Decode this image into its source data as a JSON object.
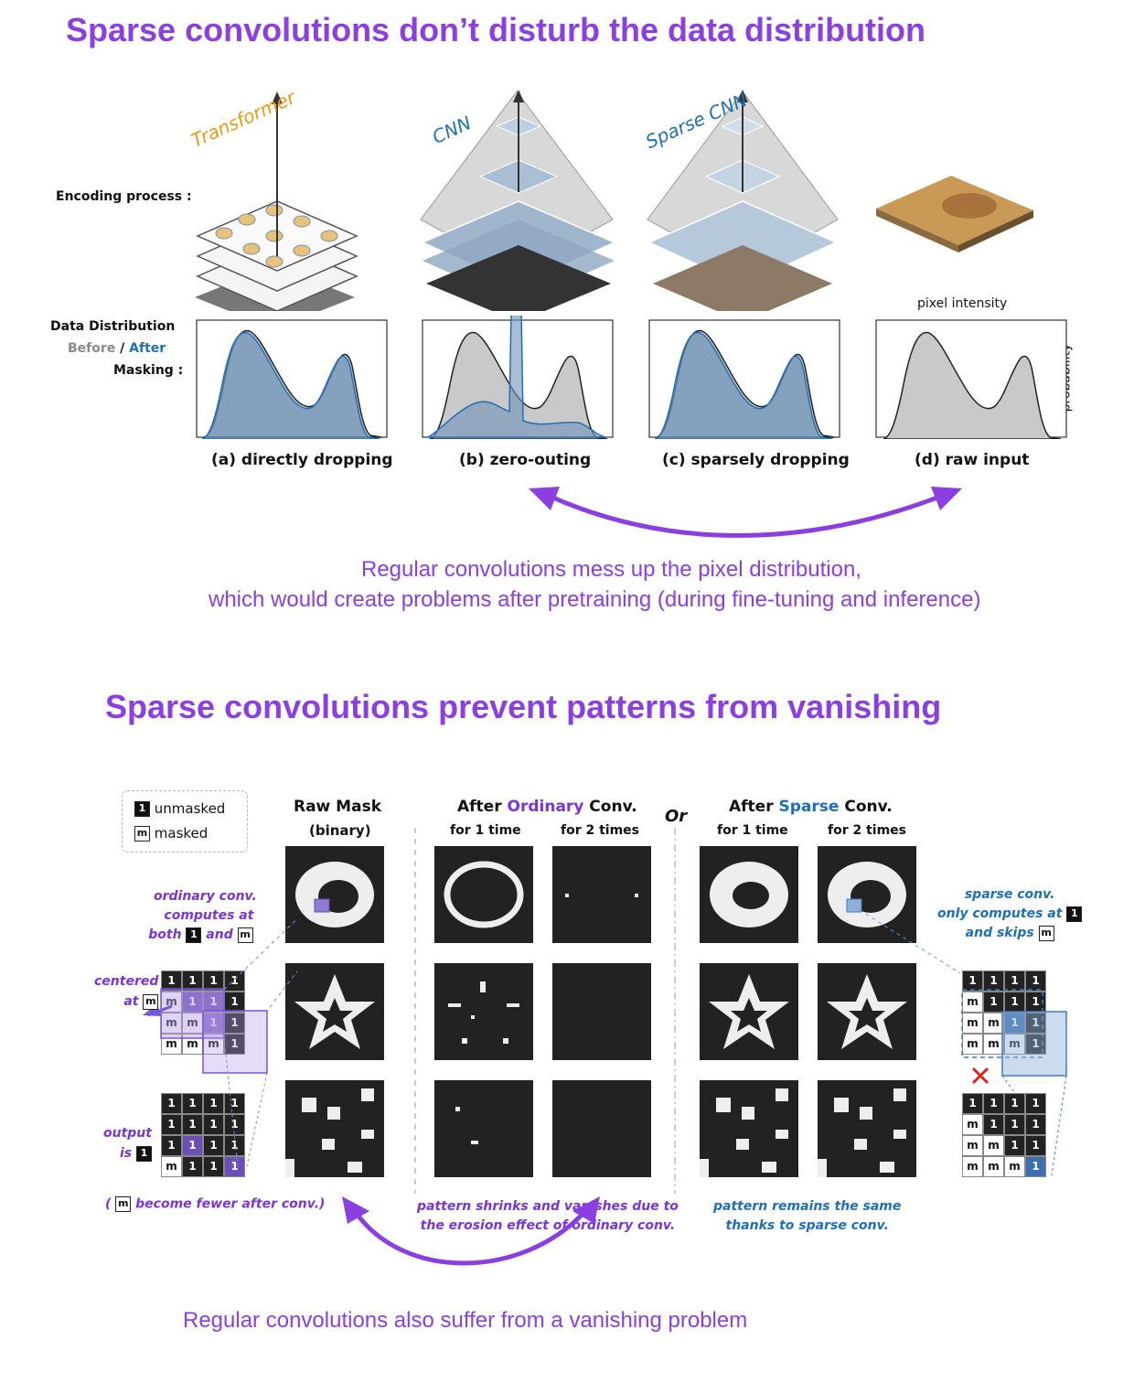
{
  "section1": {
    "title": "Sparse convolutions don’t disturb the data distribution",
    "model_labels": {
      "transformer": "Transformer",
      "cnn": "CNN",
      "sparse_cnn": "Sparse CNN"
    },
    "row_labels": {
      "encoding": "Encoding process :",
      "dist_line1": "Data Distribution",
      "dist_before": "Before",
      "dist_slash": " / ",
      "dist_after": "After",
      "dist_line3": "Masking :"
    },
    "axis": {
      "x": "pixel intensity",
      "y": "probability"
    },
    "captions": [
      "(a) directly dropping",
      "(b) zero-outing",
      "(c) sparsely dropping",
      "(d) raw input"
    ],
    "message_line1": "Regular convolutions mess up the pixel distribution,",
    "message_line2": "which would create problems after pretraining (during fine-tuning and inference)"
  },
  "section2": {
    "title": "Sparse convolutions prevent patterns from vanishing",
    "legend": {
      "unmasked_key": "1",
      "unmasked": "unmasked",
      "masked_key": "m",
      "masked": "masked"
    },
    "col_raw": {
      "title": "Raw Mask",
      "sub": "(binary)"
    },
    "col_ordinary": {
      "pre": "After ",
      "word": "Ordinary",
      "post": " Conv.",
      "sub1": "for 1 time",
      "sub2": "for 2 times"
    },
    "or_label": "Or",
    "col_sparse": {
      "pre": "After ",
      "word": "Sparse",
      "post": " Conv.",
      "sub1": "for 1 time",
      "sub2": "for 2 times"
    },
    "left_note": {
      "l1": "ordinary conv.",
      "l2": "computes at",
      "l3a": "both",
      "l3b": "and"
    },
    "centered": {
      "l1": "centered",
      "l2": "at"
    },
    "output": {
      "l1": "output",
      "l2": "is"
    },
    "fewer_note": {
      "open": "(",
      "rest": "become fewer after conv.)"
    },
    "right_note": {
      "l1": "sparse conv.",
      "l2": "only computes at",
      "l3": "and skips"
    },
    "shrink_note": {
      "l1": "pattern shrinks and vanishes due to",
      "l2": "the erosion effect of ordinary conv."
    },
    "remain_note": {
      "l1": "pattern remains the same",
      "l2": "thanks to sparse conv."
    },
    "left_grid_input": [
      [
        "1",
        "1",
        "1",
        "1"
      ],
      [
        "m",
        "1",
        "1",
        "1"
      ],
      [
        "m",
        "m",
        "1",
        "1"
      ],
      [
        "m",
        "m",
        "m",
        "1"
      ]
    ],
    "left_grid_output": [
      [
        "1",
        "1",
        "1",
        "1"
      ],
      [
        "1",
        "1",
        "1",
        "1"
      ],
      [
        "1",
        "1",
        "1",
        "1"
      ],
      [
        "m",
        "1",
        "1",
        "1"
      ]
    ],
    "right_grid_input": [
      [
        "1",
        "1",
        "1",
        "1"
      ],
      [
        "m",
        "1",
        "1",
        "1"
      ],
      [
        "m",
        "m",
        "1",
        "1"
      ],
      [
        "m",
        "m",
        "m",
        "1"
      ]
    ],
    "right_grid_output": [
      [
        "1",
        "1",
        "1",
        "1"
      ],
      [
        "m",
        "1",
        "1",
        "1"
      ],
      [
        "m",
        "m",
        "1",
        "1"
      ],
      [
        "m",
        "m",
        "m",
        "1"
      ]
    ],
    "message": "Regular convolutions also suffer from a vanishing problem"
  }
}
